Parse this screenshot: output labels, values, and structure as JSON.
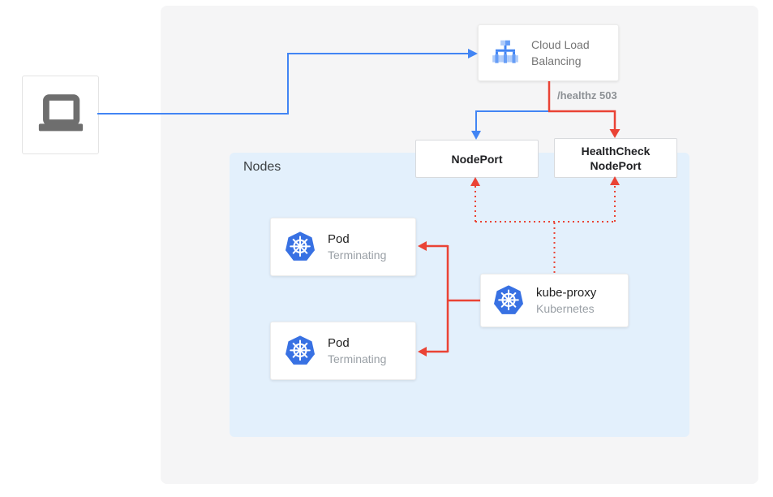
{
  "diagram": {
    "cloud_load_balancing": {
      "icon": "cloud-load-balancing-icon",
      "line1": "Cloud Load",
      "line2": "Balancing"
    },
    "healthz_label": "/healthz 503",
    "nodes_panel": {
      "label": "Nodes"
    },
    "nodeport": {
      "label": "NodePort"
    },
    "healthcheck_nodeport": {
      "line1": "HealthCheck",
      "line2": "NodePort"
    },
    "pods": [
      {
        "icon": "kubernetes-icon",
        "title": "Pod",
        "status": "Terminating"
      },
      {
        "icon": "kubernetes-icon",
        "title": "Pod",
        "status": "Terminating"
      }
    ],
    "kube_proxy": {
      "icon": "kubernetes-icon",
      "title": "kube-proxy",
      "subtitle": "Kubernetes"
    },
    "laptop": {
      "icon": "laptop-icon"
    },
    "colors": {
      "blue_arrow": "#4285f4",
      "red_arrow": "#ea4335",
      "nodes_bg": "#e3f0fc",
      "panel_bg": "#f5f5f6",
      "kubernetes_blue": "#3871e3"
    }
  }
}
